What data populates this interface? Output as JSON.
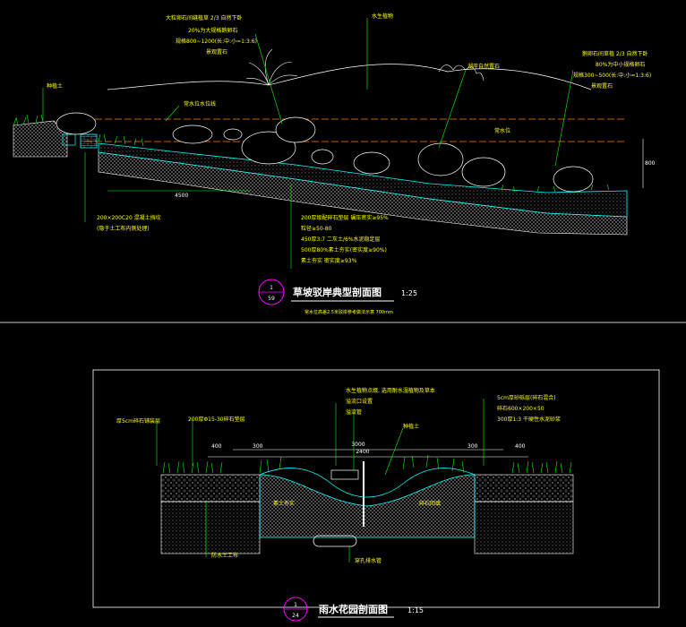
{
  "section1": {
    "callouts": {
      "top_left_1": "大粒卵石间缝植草 2/3 自然下卧",
      "top_left_2": "20%为大规格鹅卵石",
      "top_left_3": "规格800~1200(长:中:小=1:3:6)",
      "top_left_4": "景观置石",
      "top_center": "水生植物",
      "right_1": "鹅卵石间草植 2/3 自然下卧",
      "right_2": "80%为中小规格卵石",
      "right_3": "规格300~500(长:中:小=1:3:6)",
      "right_4": "景观置石",
      "mid_right": "湖岸自然置石",
      "left_1": "种植土",
      "left_2": "常水位水位线",
      "water_level": "常水位",
      "width_dim": "4500",
      "height_dim": "800",
      "curb_1": "200×200C20 混凝土挡坎",
      "curb_2": "(隐于土工布内侧处理)",
      "layer_1": "200厚级配碎石垫层 碾压密实≥95%",
      "layer_2": "粒径≥50-80",
      "layer_3": "450厚3:7 二灰土/6%水泥稳定层",
      "layer_4": "500厚80%素土夯实(密实度≥90%)",
      "layer_5": "素土夯实 密实度≥93%"
    },
    "title": "草坡驳岸典型剖面图",
    "scale": "1:25",
    "ref_number": "1",
    "ref_sheet": "59",
    "note": "常水位高差2.5米驳岸参考做法示意 700mm"
  },
  "section2": {
    "callouts": {
      "top_1": "水生植物点缀, 选用耐水湿植物及草本",
      "top_2": "溢流口设置",
      "top_3": "溢流管",
      "center": "种植土",
      "right_1": "5cm厚砂砾层(碎石混合)",
      "right_2": "碎石600×200×50",
      "right_3": "300厚1:3 干硬性水泥砂浆",
      "left_1": "厚5cm碎石铺装层",
      "left_2": "200厚Φ15-30碎石垫层",
      "left_fill": "素土夯实",
      "right_fill": "碎石回填",
      "bottom_left": "防水土工布",
      "bottom_center": "穿孔排水管"
    },
    "dims": {
      "top_total": "3000",
      "inner": "2400",
      "left_outer": "400",
      "left_inner": "300",
      "right_inner": "300",
      "right_outer": "400"
    },
    "title": "雨水花园剖面图",
    "scale": "1:15",
    "ref_number": "1",
    "ref_sheet": "24"
  },
  "colors": {
    "background": "#000000",
    "rock": "#ffffff",
    "soil": "#ffffff",
    "edge": "#00ffff",
    "grass": "#00ff00",
    "leader": "#00ff00",
    "text": "#ffff00",
    "water": "#ff8000",
    "marker": "#ff00ff"
  }
}
